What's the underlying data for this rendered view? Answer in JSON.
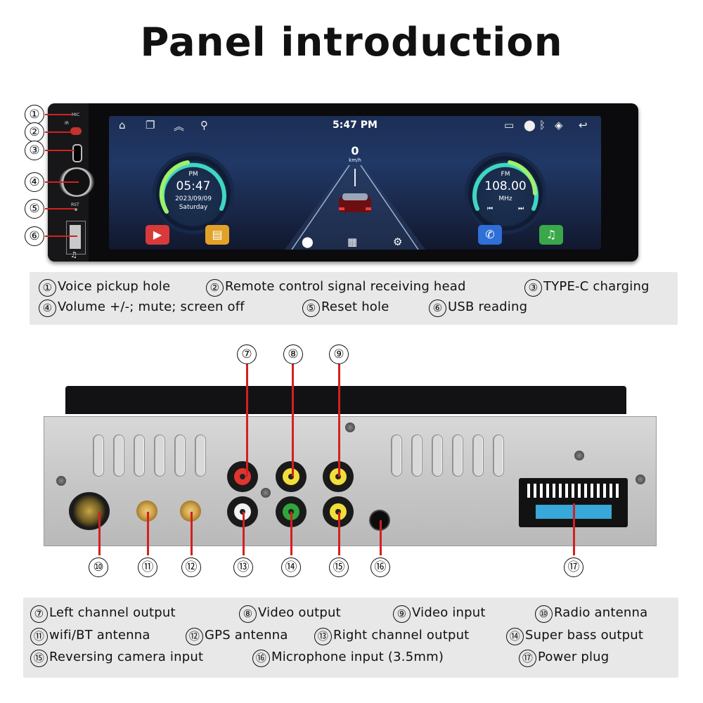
{
  "title": "Panel introduction",
  "screen": {
    "time": "5:47 PM",
    "speed_value": "0",
    "speed_unit": "km/h",
    "clock_period": "PM",
    "clock_time": "05:47",
    "clock_date": "2023/09/09",
    "clock_day": "Saturday",
    "radio_band": "FM",
    "radio_freq": "108.00",
    "radio_unit": "MHz"
  },
  "front_labels": {
    "mic": "MIC",
    "ir": "IR",
    "rst": "RST"
  },
  "front_numbers": [
    "①",
    "②",
    "③",
    "④",
    "⑤",
    "⑥"
  ],
  "front_desc": [
    {
      "n": "①",
      "t": "Voice pickup hole"
    },
    {
      "n": "②",
      "t": "Remote control signal receiving head"
    },
    {
      "n": "③",
      "t": "TYPE-C charging"
    },
    {
      "n": "④",
      "t": "Volume +/-; mute; screen off"
    },
    {
      "n": "⑤",
      "t": "Reset hole"
    },
    {
      "n": "⑥",
      "t": "USB reading"
    }
  ],
  "back_numbers": [
    "⑦",
    "⑧",
    "⑨",
    "⑩",
    "⑪",
    "⑫",
    "⑬",
    "⑭",
    "⑮",
    "⑯",
    "⑰"
  ],
  "back_desc": [
    {
      "n": "⑦",
      "t": "Left channel output"
    },
    {
      "n": "⑧",
      "t": "Video output"
    },
    {
      "n": "⑨",
      "t": "Video input"
    },
    {
      "n": "⑩",
      "t": "Radio antenna"
    },
    {
      "n": "⑪",
      "t": "wifi/BT antenna"
    },
    {
      "n": "⑫",
      "t": "GPS antenna"
    },
    {
      "n": "⑬",
      "t": "Right channel output"
    },
    {
      "n": "⑭",
      "t": "Super bass output"
    },
    {
      "n": "⑮",
      "t": "Reversing camera input"
    },
    {
      "n": "⑯",
      "t": "Microphone input (3.5mm)"
    },
    {
      "n": "⑰",
      "t": "Power plug"
    }
  ],
  "colors": {
    "accent_red": "#d32020",
    "rca_red": "#e0352e",
    "rca_yellow": "#f1de3a",
    "rca_white": "#f2f2f2",
    "rca_green": "#2fa63c"
  }
}
